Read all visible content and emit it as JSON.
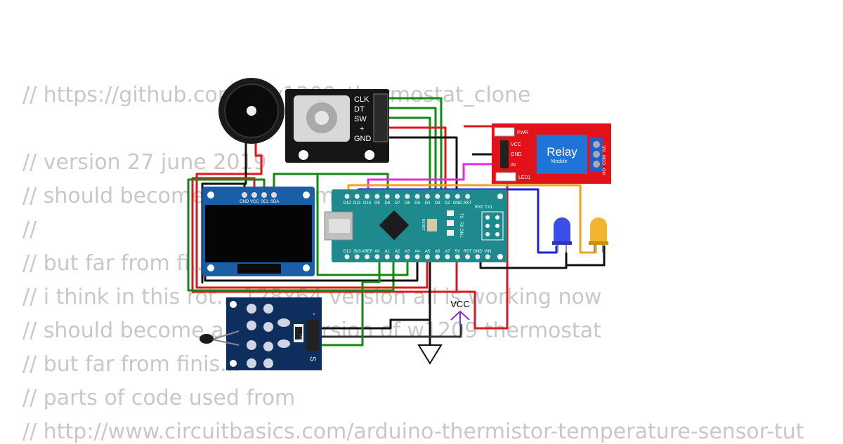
{
  "code_comment_lines": [
    "// https://github.com/...w1209_thermostat_clone",
    "",
    "// version 27 june 2019",
    "// should become...209 thermostat",
    "//",
    "// but far from fi...",
    "// i think in this rot... 128x64 version all is working now",
    "// should become a...uino version of w1209 thermostat",
    "// but far from finis...",
    "// parts of code used from",
    "// http://www.circuitbasics.com/arduino-thermistor-temperature-sensor-tut"
  ],
  "encoder": {
    "pins": [
      "CLK",
      "DT",
      "SW",
      "+",
      "GND"
    ]
  },
  "oled": {
    "pins": [
      "GND",
      "VCC",
      "SCL",
      "SDA"
    ]
  },
  "relay": {
    "title": "Relay",
    "subtitle": "Module",
    "pins": [
      "VCC",
      "GND",
      "IN"
    ],
    "led_pwr": "PWR",
    "led_1": "LED1",
    "terminals": [
      "NO",
      "COM",
      "NC"
    ]
  },
  "nano": {
    "top_pins": [
      "D12",
      "D11",
      "D10",
      "D9",
      "D8",
      "D7",
      "D6",
      "D5",
      "D4",
      "D3",
      "D2",
      "GND",
      "RST"
    ],
    "top_right": [
      "RX0",
      "TX1"
    ],
    "bottom_pins": [
      "D13",
      "3V3",
      "AREF",
      "A0",
      "A1",
      "A2",
      "A3",
      "A4",
      "A5",
      "A6",
      "A7",
      "5V",
      "RST",
      "GND",
      "VIN"
    ],
    "side_labels": [
      "TX",
      "RX",
      "ON",
      "L"
    ],
    "reset_label": "RESET"
  },
  "thermistor_module": {
    "pin_minus": "-",
    "pin_s": "S",
    "chip": "103"
  },
  "vcc_label": "VCC",
  "leds": [
    {
      "color": "blue",
      "hex": "#3b4ee8"
    },
    {
      "color": "yellow",
      "hex": "#f2b530"
    }
  ],
  "colors": {
    "wire_red": "#e0161c",
    "wire_green": "#108a10",
    "wire_black": "#111111",
    "wire_blue": "#1b22d8",
    "wire_orange": "#f3a21a",
    "wire_magenta": "#e02be0",
    "nano_body": "#1f8a8e",
    "oled_body": "#1b5ea8",
    "relay_body": "#e3111a",
    "sensor_body": "#0e2f5e"
  }
}
